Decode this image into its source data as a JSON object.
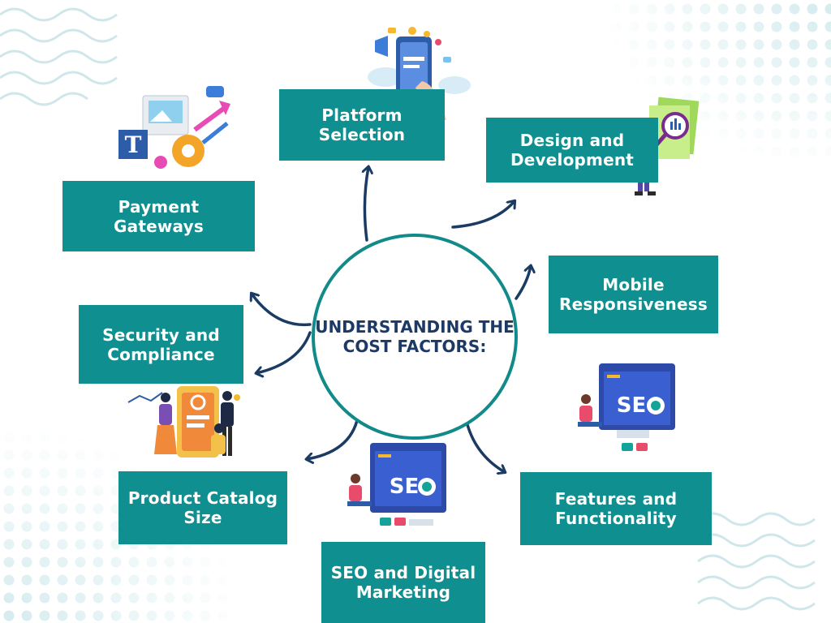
{
  "center": {
    "line1": "UNDERSTANDING",
    "line2": "THE COST FACTORS:"
  },
  "factors": [
    {
      "line1": "Platform",
      "line2": "Selection"
    },
    {
      "line1": "Design and",
      "line2": "Development"
    },
    {
      "line1": "Mobile",
      "line2": "Responsiveness"
    },
    {
      "line1": "Features and",
      "line2": "Functionality"
    },
    {
      "line1": "SEO and Digital",
      "line2": "Marketing"
    },
    {
      "line1": "Product Catalog",
      "line2": "Size"
    },
    {
      "line1": "Security and",
      "line2": "Compliance"
    },
    {
      "line1": "Payment",
      "line2": "Gateways"
    }
  ],
  "colors": {
    "box": "#0f8f8f",
    "title": "#1d3a66",
    "arrow": "#1b3b63",
    "circle": "#128a8a"
  },
  "illustrations": [
    "phone-marketing-illustration",
    "design-analytics-illustration",
    "content-media-illustration",
    "mobile-app-team-illustration",
    "seo-monitor-illustration"
  ]
}
